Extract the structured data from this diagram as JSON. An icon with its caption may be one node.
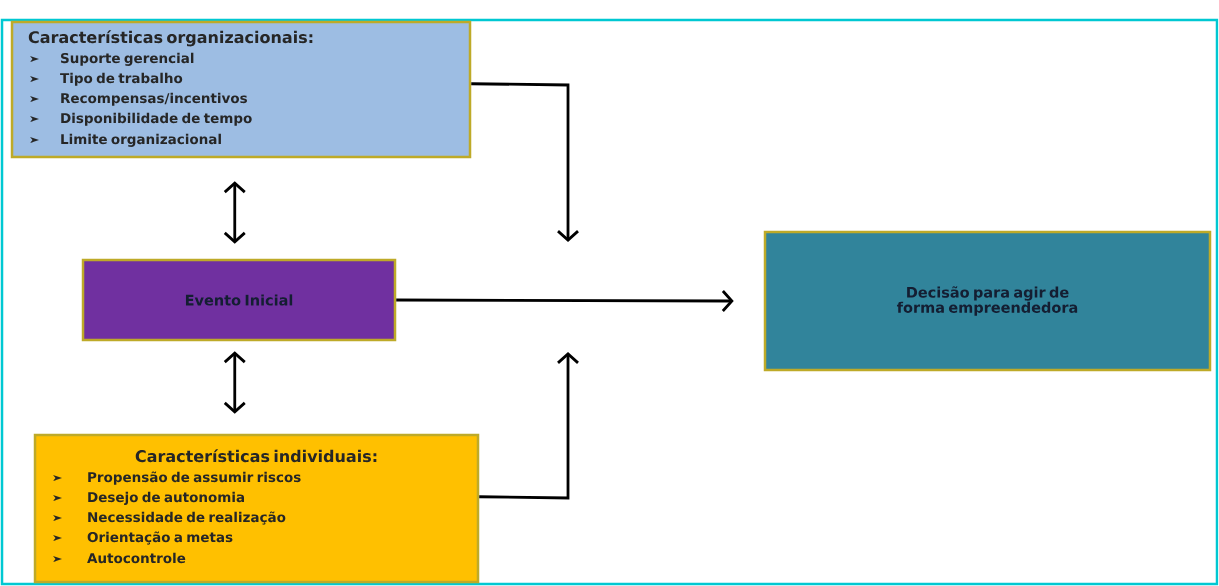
{
  "diagram": {
    "nodes": [
      {
        "text": [
          "Características organizacionais:",
          "Suporte gerencial",
          "Tipo de trabalho",
          "Recompensas/incentivos",
          "Disponibilidade de tempo",
          "Limite organizacional"
        ]
      },
      {
        "text": [
          "Evento Inicial"
        ]
      },
      {
        "text": [
          "Características individuais:",
          "Propensão de assumir riscos",
          "Desejo de autonomia",
          "Necessidade de realização",
          "Orientação a metas",
          "Autocontrole"
        ]
      },
      {
        "text": [
          "Decisão para agir de forma empreendedora"
        ]
      }
    ],
    "edges": [
      {
        "from": 0,
        "to": 1,
        "arrow": "both"
      },
      {
        "from": 1,
        "to": 2,
        "arrow": "both"
      },
      {
        "from": 0,
        "to": null,
        "arrow": "to"
      },
      {
        "from": 1,
        "to": 3,
        "arrow": "to"
      },
      {
        "from": 2,
        "to": null,
        "arrow": "to"
      }
    ]
  }
}
